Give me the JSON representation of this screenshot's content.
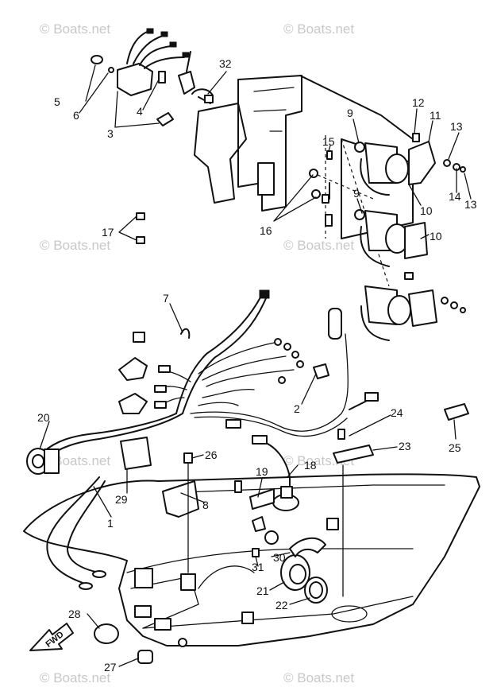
{
  "watermark": "© Boats.net",
  "fwd_label": "FWD",
  "callouts": {
    "c1": "1",
    "c2": "2",
    "c3": "3",
    "c4": "4",
    "c5": "5",
    "c6": "6",
    "c7": "7",
    "c8": "8",
    "c9a": "9",
    "c9b": "9",
    "c10a": "10",
    "c10b": "10",
    "c11": "11",
    "c12": "12",
    "c13a": "13",
    "c13b": "13",
    "c14": "14",
    "c15": "15",
    "c16": "16",
    "c17": "17",
    "c18": "18",
    "c19": "19",
    "c20": "20",
    "c21": "21",
    "c22": "22",
    "c23": "23",
    "c24": "24",
    "c25": "25",
    "c26": "26",
    "c27": "27",
    "c28": "28",
    "c29": "29",
    "c30": "30",
    "c31": "31",
    "c32": "32"
  }
}
